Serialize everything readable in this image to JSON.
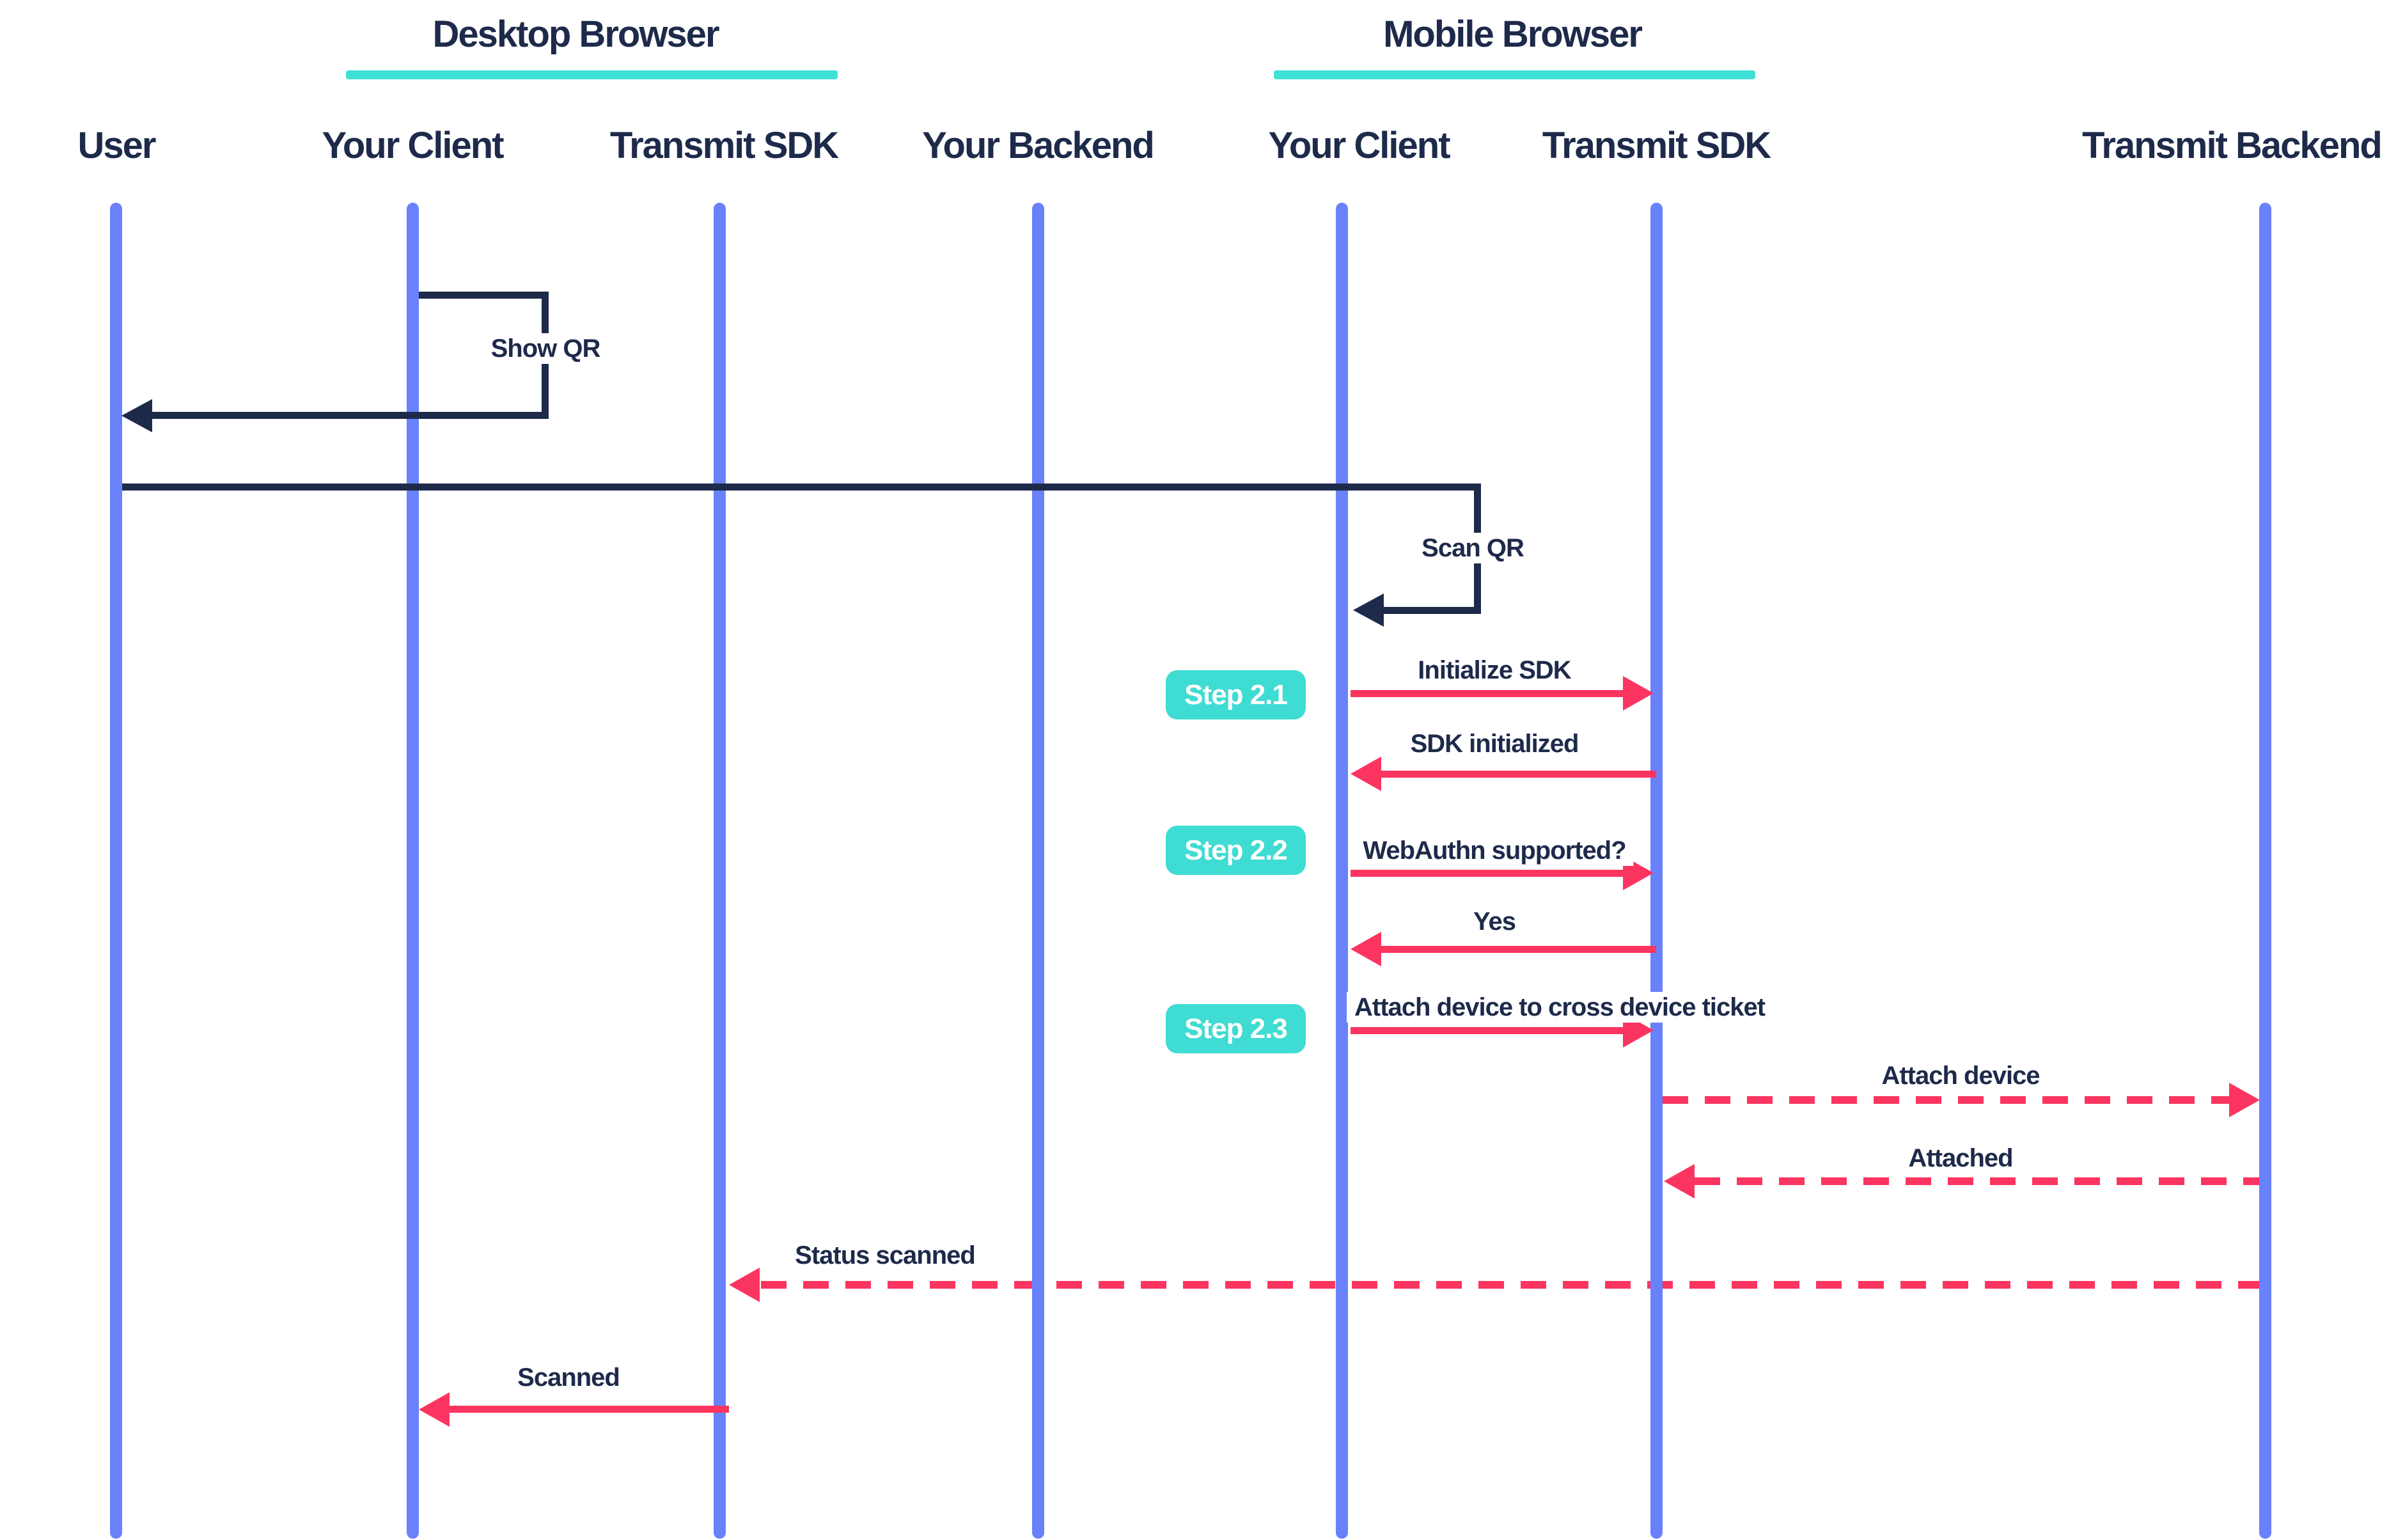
{
  "colors": {
    "navy": "#1E2A4A",
    "pink": "#FB3560",
    "lifeline": "#6981FB",
    "teal": "#3EDCD2",
    "teal-underline": "#3FE0D6",
    "bg": "#FFFFFF"
  },
  "groups": [
    {
      "label": "Desktop Browser"
    },
    {
      "label": "Mobile Browser"
    }
  ],
  "actors": [
    {
      "label": "User",
      "group": ""
    },
    {
      "label": "Your Client",
      "group": "Desktop Browser"
    },
    {
      "label": "Transmit SDK",
      "group": "Desktop Browser"
    },
    {
      "label": "Your Backend",
      "group": ""
    },
    {
      "label": "Your Client",
      "group": "Mobile Browser"
    },
    {
      "label": "Transmit SDK",
      "group": "Mobile Browser"
    },
    {
      "label": "Transmit Backend",
      "group": ""
    }
  ],
  "steps": [
    {
      "label": "Step 2.1"
    },
    {
      "label": "Step 2.2"
    },
    {
      "label": "Step 2.3"
    }
  ],
  "messages": [
    {
      "label": "Show QR",
      "from": "Your Client (Desktop)",
      "to": "User",
      "line": "solid",
      "color": "dark"
    },
    {
      "label": "Scan QR",
      "from": "User",
      "to": "Your Client (Mobile)",
      "line": "solid",
      "color": "dark"
    },
    {
      "label": "Initialize SDK",
      "from": "Your Client (Mobile)",
      "to": "Transmit SDK (Mobile)",
      "line": "solid",
      "color": "pink"
    },
    {
      "label": "SDK initialized",
      "from": "Transmit SDK (Mobile)",
      "to": "Your Client (Mobile)",
      "line": "solid",
      "color": "pink"
    },
    {
      "label": "WebAuthn supported?",
      "from": "Your Client (Mobile)",
      "to": "Transmit SDK (Mobile)",
      "line": "solid",
      "color": "pink"
    },
    {
      "label": "Yes",
      "from": "Transmit SDK (Mobile)",
      "to": "Your Client (Mobile)",
      "line": "solid",
      "color": "pink"
    },
    {
      "label": "Attach device to cross device ticket",
      "from": "Your Client (Mobile)",
      "to": "Transmit SDK (Mobile)",
      "line": "solid",
      "color": "pink"
    },
    {
      "label": "Attach device",
      "from": "Transmit SDK (Mobile)",
      "to": "Transmit Backend",
      "line": "dashed",
      "color": "pink"
    },
    {
      "label": "Attached",
      "from": "Transmit Backend",
      "to": "Transmit SDK (Mobile)",
      "line": "dashed",
      "color": "pink"
    },
    {
      "label": "Status scanned",
      "from": "Transmit Backend",
      "to": "Transmit SDK (Desktop)",
      "line": "dashed",
      "color": "pink"
    },
    {
      "label": "Scanned",
      "from": "Transmit SDK (Desktop)",
      "to": "Your Client (Desktop)",
      "line": "solid",
      "color": "pink"
    }
  ]
}
